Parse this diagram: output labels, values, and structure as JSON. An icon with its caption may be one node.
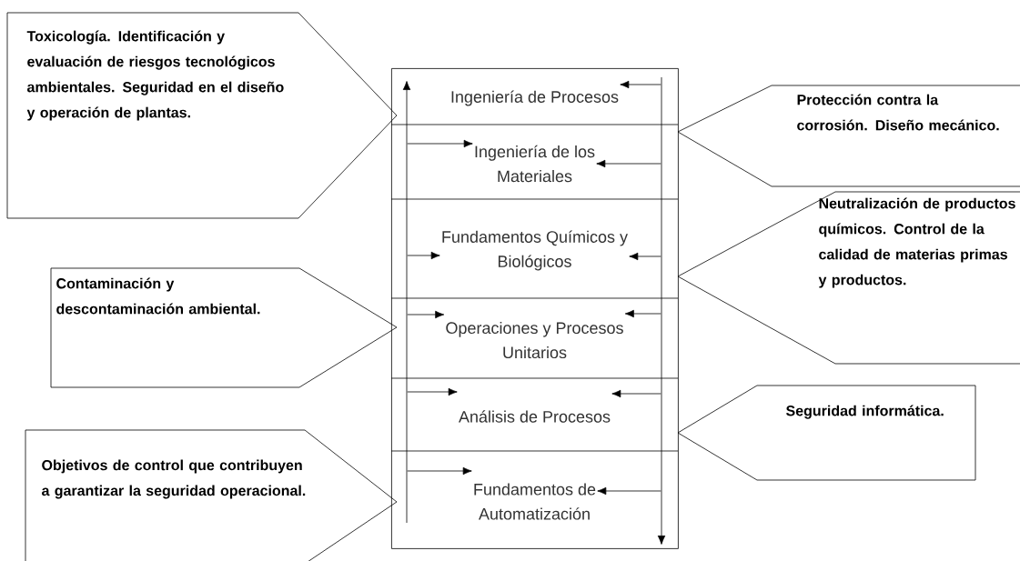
{
  "diagram": {
    "nodes": [
      {
        "text": [],
        "shape": "box"
      },
      {
        "text": [
          "Ingeniería de Procesos"
        ],
        "in": 0
      },
      {
        "text": [
          "Ingeniería de  los Materiales"
        ],
        "in": 0
      },
      {
        "text": [
          "Fundamentos Químicos y Biológicos"
        ],
        "in": 0
      },
      {
        "text": [
          "Operaciones y Procesos Unitarios"
        ],
        "in": 0
      },
      {
        "text": [
          "Análisis de Procesos"
        ],
        "in": 0
      },
      {
        "text": [
          "Fundamentos de Automatización"
        ],
        "in": 0
      },
      {
        "text": [
          "Toxicología. Identificación y evaluación de riesgos tecnológicos ambientales. Seguridad en el  diseño y operación  de  plantas."
        ]
      },
      {
        "text": [
          "Protección contra la corrosión. Diseño mecánico."
        ]
      },
      {
        "text": [
          "Neutralización de productos químicos. Control de la calidad de materias primas y productos."
        ]
      },
      {
        "text": [
          "Contaminación y descontaminación ambiental."
        ]
      },
      {
        "text": [
          "Seguridad informática."
        ]
      },
      {
        "text": [
          "Objetivos de control que contribuyen  a garantizar la seguridad operacional."
        ]
      },
      {
        "text": [],
        "shape": "bar",
        "in": 0
      },
      {
        "text": [],
        "shape": "bar",
        "in": 0
      }
    ],
    "edges": [
      {
        "from": 13,
        "to": 2,
        "arrow": "to"
      },
      {
        "from": 13,
        "to": 3,
        "arrow": "to"
      },
      {
        "from": 13,
        "to": 4,
        "arrow": "to"
      },
      {
        "from": 13,
        "to": 5,
        "arrow": "to"
      },
      {
        "from": 13,
        "to": 6,
        "arrow": "to"
      },
      {
        "from": 14,
        "to": 1,
        "arrow": "to"
      },
      {
        "from": 14,
        "to": 2,
        "arrow": "to"
      },
      {
        "from": 14,
        "to": 3,
        "arrow": "to"
      },
      {
        "from": 14,
        "to": 4,
        "arrow": "to"
      },
      {
        "from": 14,
        "to": 5,
        "arrow": "to"
      },
      {
        "from": 14,
        "to": 6,
        "arrow": "to"
      }
    ]
  }
}
